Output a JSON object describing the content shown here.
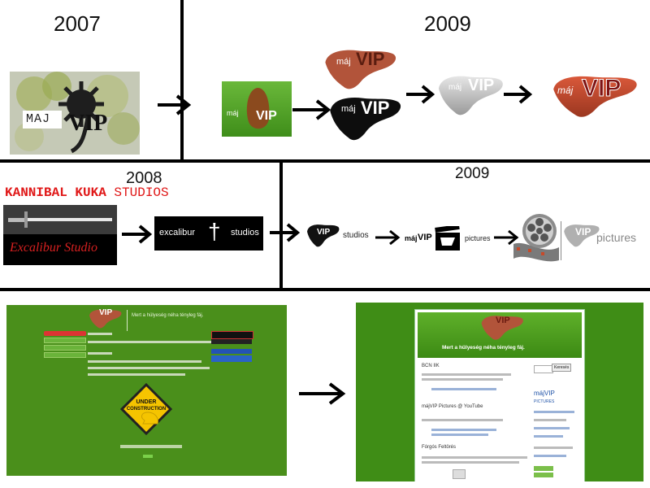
{
  "years": {
    "top_left": "2007",
    "top_right": "2009",
    "middle_left": "2008",
    "middle_right": "2009"
  },
  "logos": {
    "maj_word": "máj",
    "vip_word": "VIP",
    "maj_2007": "MAJ",
    "studios": "studios",
    "pictures": "pictures",
    "kannibal_a": "KANNIBAL KUKA ",
    "kannibal_b": "STUDIOS",
    "excalibur_script": "Excalibur Studio",
    "excalibur_plain": "excalibur",
    "excalibur_studios": "studios",
    "cross": "†"
  },
  "site_old": {
    "slogan": "Mert a hülyeség néha tényleg fáj.",
    "under": "UNDER",
    "construction": "CONSTRUCTION"
  },
  "site_new": {
    "slogan": "Mert a hülyeség néha tényleg fáj.",
    "post1_title": "BCN IIK",
    "post2_title": "májVIP Pictures @ YouTube",
    "post3_title": "Fórgós Feltörés",
    "search_button": "Keresés",
    "sidebar_brand": "májVIP",
    "sidebar_brand2": "PICTURES"
  },
  "colors": {
    "liver": "#b44a2a",
    "liver_light": "#d9583a",
    "green": "#4f9a1e",
    "green_dark": "#3a7d12",
    "vip_red": "#8a1b1b",
    "kannibal": "#e01818"
  }
}
